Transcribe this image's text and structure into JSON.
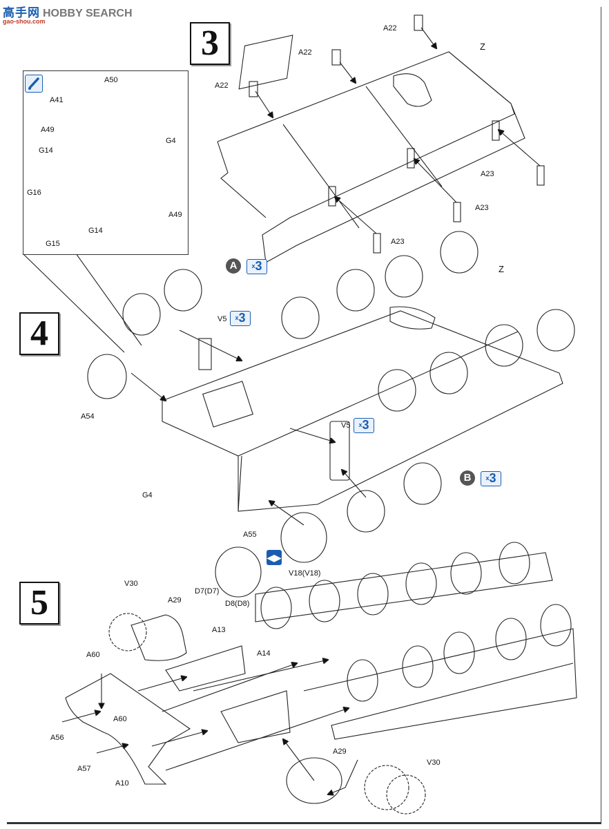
{
  "watermark": {
    "brand_cn": "高手网",
    "brand_en": "HOBBY SEARCH",
    "url": "gao-shou.com"
  },
  "steps": [
    {
      "number": "3"
    },
    {
      "number": "4"
    },
    {
      "number": "5"
    }
  ],
  "step3": {
    "labels": [
      "A22",
      "A22",
      "A22",
      "Z",
      "A23",
      "A23",
      "A23"
    ]
  },
  "inset": {
    "icon": "paint-brush-icon",
    "labels": [
      "A50",
      "A41",
      "A49",
      "G4",
      "G14",
      "G16",
      "A49",
      "G14",
      "G15"
    ]
  },
  "step4": {
    "labels": [
      "Z",
      "V5",
      "A54",
      "G4",
      "V5",
      "A55",
      "V18(V18)",
      "D7(D7)",
      "D8(D8)"
    ],
    "subassembly_a": {
      "letter": "A",
      "multiplier": "3"
    },
    "subassembly_b": {
      "letter": "B",
      "multiplier": "3"
    },
    "v5_top_multiplier": "3",
    "v5_bottom_multiplier": "3",
    "x_prefix": "x",
    "symmetry_icon": "reverse-side-icon"
  },
  "step5": {
    "labels": [
      "V30",
      "A29",
      "A13",
      "A14",
      "A60",
      "A60",
      "A56",
      "A57",
      "A10",
      "A29",
      "V30"
    ]
  },
  "colors": {
    "accent_blue": "#1a5db0",
    "line": "#111111",
    "badge_grey": "#555555"
  }
}
